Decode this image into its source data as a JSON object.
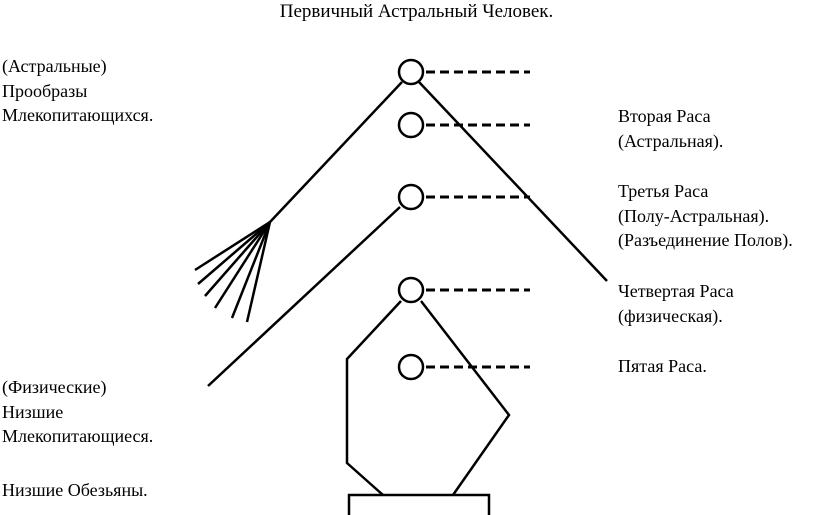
{
  "title": "Первичный Астральный Человек.",
  "left_labels": {
    "astral": [
      "(Астральные)",
      "Прообразы",
      "Млекопитающихся."
    ],
    "physical": [
      "(Физические)",
      "Низшие",
      "Млекопитающиеся."
    ],
    "apes": [
      "Низшие Обезьяны."
    ]
  },
  "right_labels": {
    "second": [
      "Вторая Раса",
      "(Астральная)."
    ],
    "third": [
      "Третья Раса",
      "(Полу-Астральная).",
      "(Разъединение Полов)."
    ],
    "fourth": [
      "Четвертая Раса",
      "(физическая)."
    ],
    "fifth": [
      "Пятая Раса."
    ]
  },
  "colors": {
    "ink": "#000000",
    "background": "#ffffff"
  }
}
